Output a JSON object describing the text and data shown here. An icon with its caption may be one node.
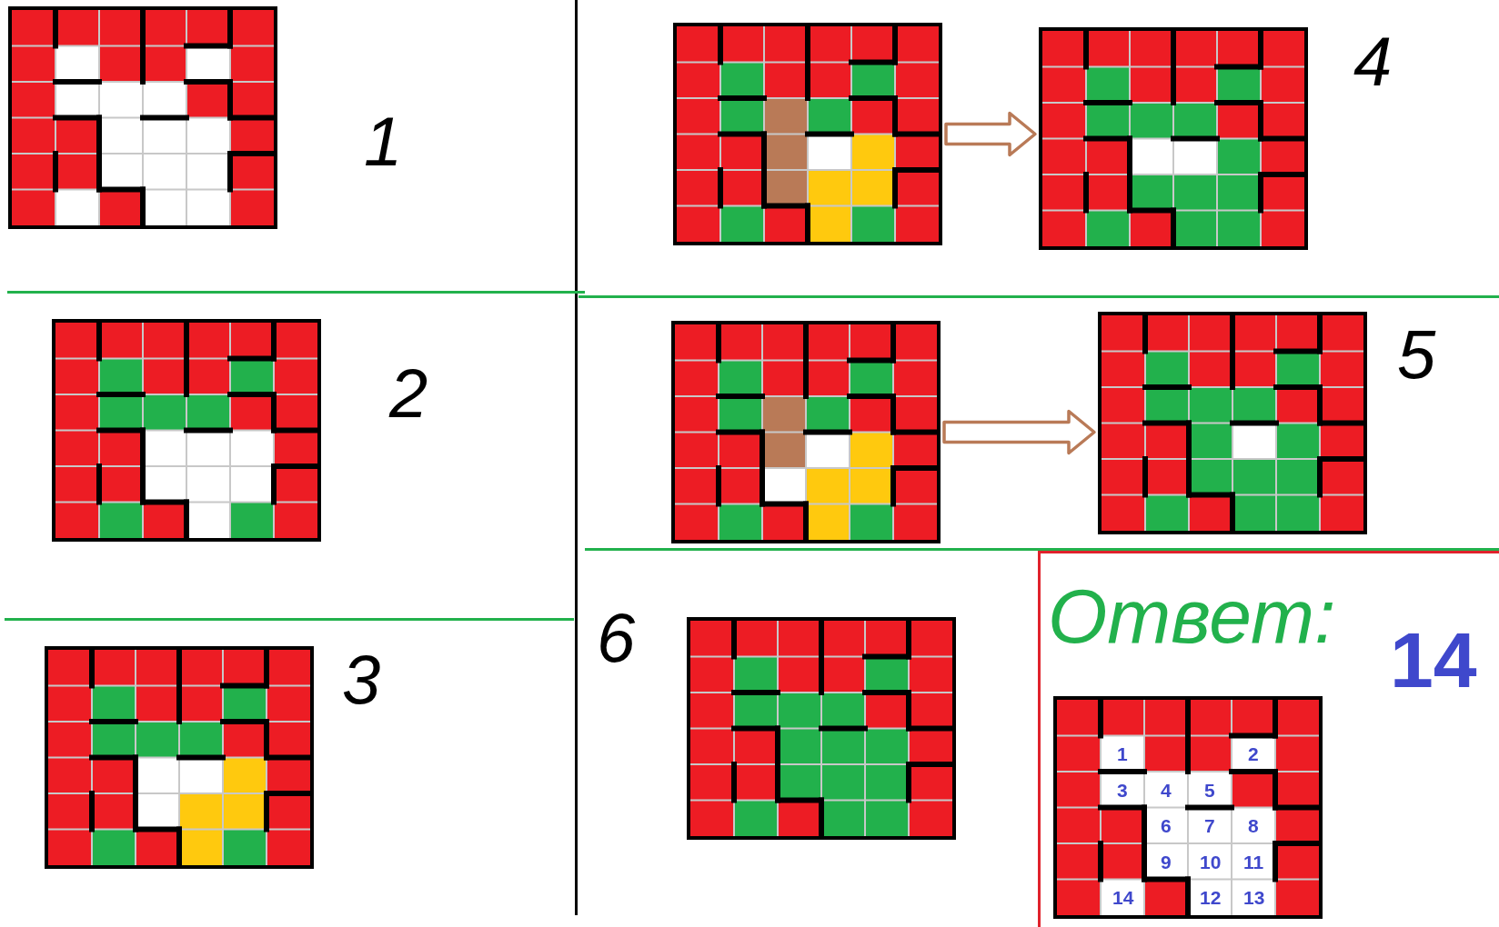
{
  "diagram": {
    "nodes": [
      {
        "text": [],
        "shape": "box",
        "beside": [
          "1"
        ]
      },
      {
        "text": [],
        "shape": "box",
        "beside": [
          "2"
        ]
      },
      {
        "text": [],
        "shape": "box",
        "beside": [
          "3"
        ]
      },
      {
        "text": [],
        "shape": "box"
      },
      {
        "text": [],
        "shape": "box",
        "beside": [
          "4"
        ]
      },
      {
        "text": [],
        "shape": "box"
      },
      {
        "text": [],
        "shape": "box",
        "beside": [
          "5"
        ]
      },
      {
        "text": [],
        "shape": "box",
        "beside": [
          "6"
        ]
      },
      {
        "text": [],
        "shape": "box"
      }
    ],
    "edges": [
      {
        "from": 3,
        "to": 4,
        "arrow": "to"
      },
      {
        "from": 5,
        "to": 6,
        "arrow": "to"
      }
    ],
    "labels": [
      "Ответ:",
      "14",
      "1",
      "2",
      "3",
      "4",
      "5",
      "6",
      "7",
      "8",
      "9",
      "10",
      "11",
      "14",
      "12",
      "13"
    ]
  }
}
